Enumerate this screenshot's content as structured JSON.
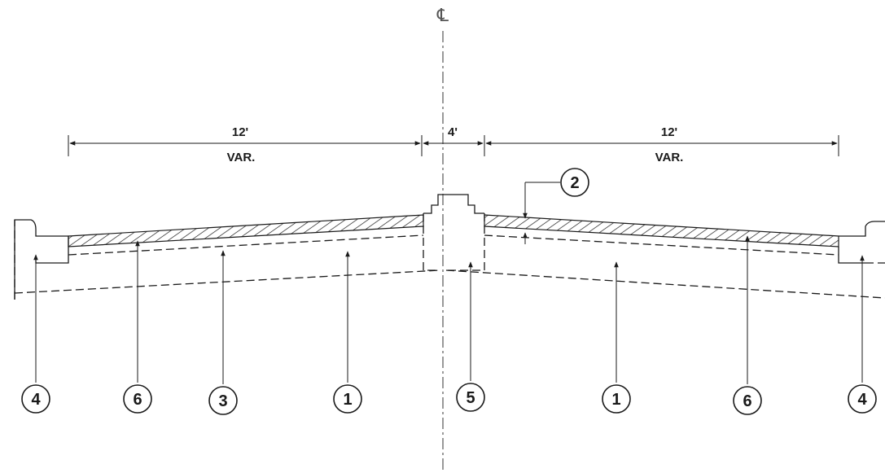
{
  "centerline_symbol": "℄",
  "dimensions": {
    "left_lane": {
      "length": "12'",
      "note": "VAR."
    },
    "median": {
      "length": "4'"
    },
    "right_lane": {
      "length": "12'",
      "note": "VAR."
    }
  },
  "callouts": [
    {
      "id": "callout-4-left",
      "number": "4"
    },
    {
      "id": "callout-6-left",
      "number": "6"
    },
    {
      "id": "callout-3",
      "number": "3"
    },
    {
      "id": "callout-1-left",
      "number": "1"
    },
    {
      "id": "callout-5",
      "number": "5"
    },
    {
      "id": "callout-1-right",
      "number": "1"
    },
    {
      "id": "callout-6-right",
      "number": "6"
    },
    {
      "id": "callout-4-right",
      "number": "4"
    },
    {
      "id": "callout-2",
      "number": "2"
    }
  ]
}
